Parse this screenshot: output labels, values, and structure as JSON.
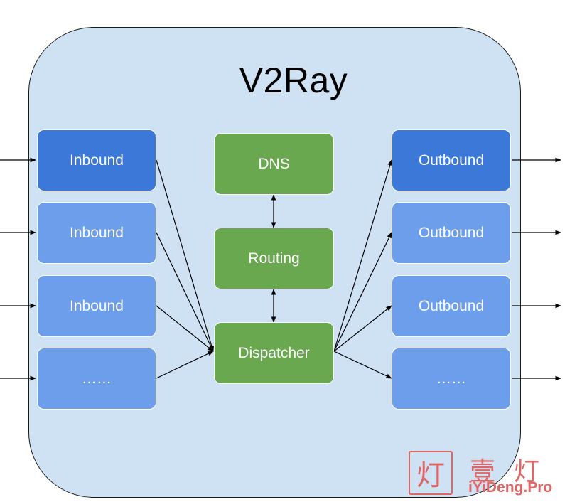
{
  "diagram": {
    "title": "V2Ray",
    "inbounds": [
      "Inbound",
      "Inbound",
      "Inbound",
      "……"
    ],
    "outbounds": [
      "Outbound",
      "Outbound",
      "Outbound",
      "……"
    ],
    "core": {
      "dns": "DNS",
      "routing": "Routing",
      "dispatcher": "Dispatcher"
    }
  },
  "watermark": {
    "mark": "灯",
    "chinese": "壹灯",
    "url": "iYiDeng.Pro"
  },
  "colors": {
    "container": "#cfe2f3",
    "inbound_primary": "#3c78d8",
    "inbound_secondary": "#6d9eeb",
    "core": "#6aa84f",
    "watermark": "#e06666"
  }
}
